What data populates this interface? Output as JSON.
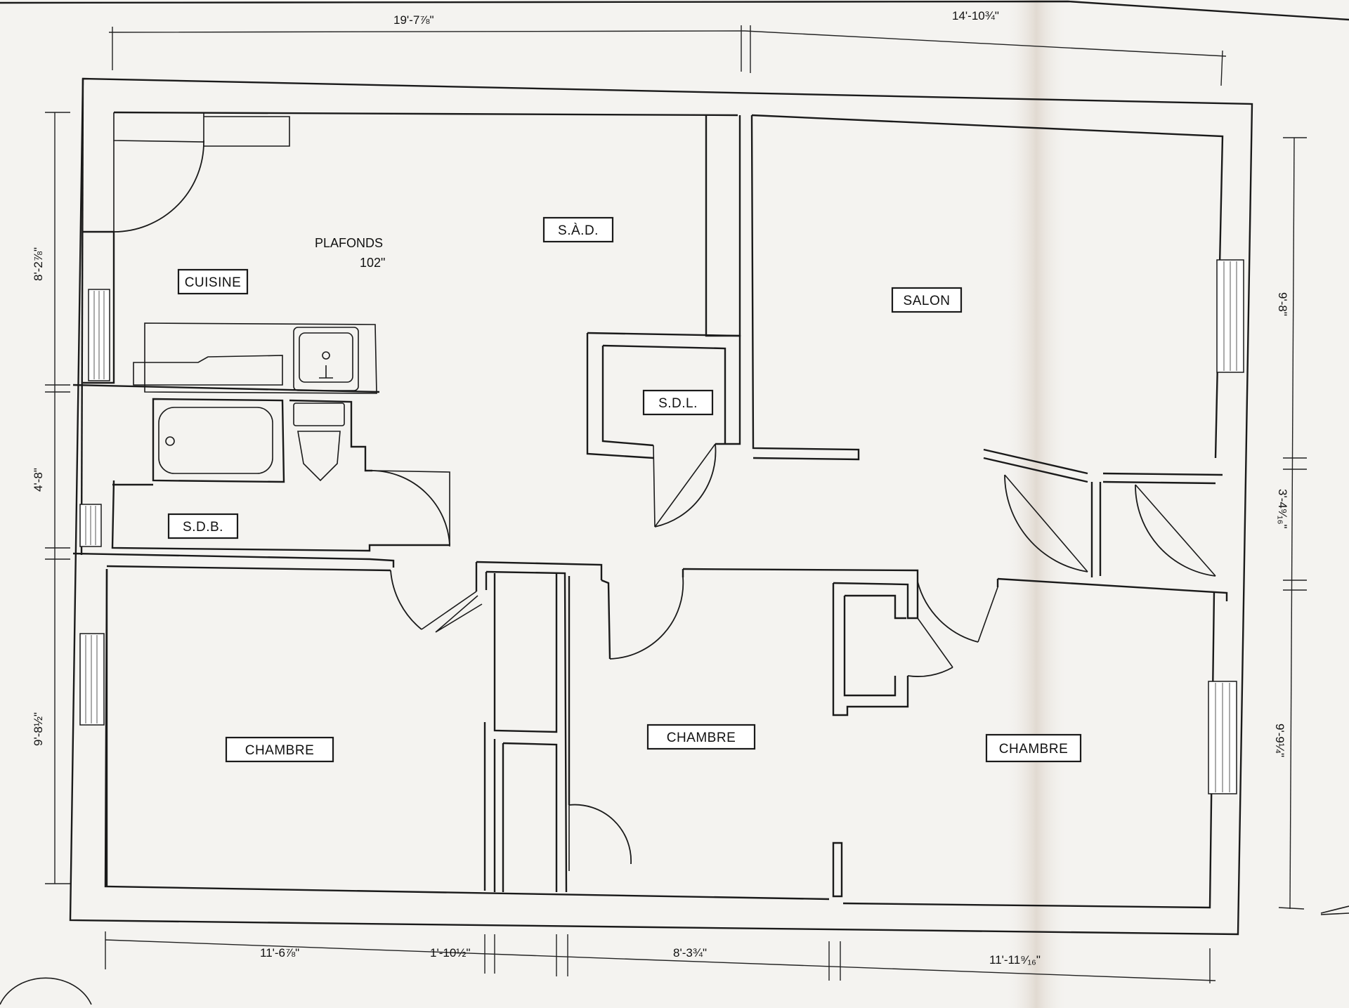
{
  "rooms": {
    "cuisine": "CUISINE",
    "sad": "S.À.D.",
    "salon": "SALON",
    "sdl": "S.D.L.",
    "sdb": "S.D.B.",
    "chambre_left": "CHAMBRE",
    "chambre_center": "CHAMBRE",
    "chambre_right": "CHAMBRE"
  },
  "ceiling_note": {
    "line1": "PLAFONDS",
    "line2": "102\""
  },
  "dimensions": {
    "top_left": "19'-7⅞\"",
    "top_right": "14'-10¾\"",
    "left_upper": "8'-2⅞\"",
    "left_middle": "4'-8\"",
    "left_lower": "9'-8½\"",
    "right_upper": "9'-8\"",
    "right_middle": "3'-4⁹⁄₁₆\"",
    "right_lower": "9'-9¼\"",
    "bottom_1": "11'-6⅞\"",
    "bottom_2": "1'-10½\"",
    "bottom_3": "8'-3¾\"",
    "bottom_4": "11'-11⁹⁄₁₆\""
  }
}
